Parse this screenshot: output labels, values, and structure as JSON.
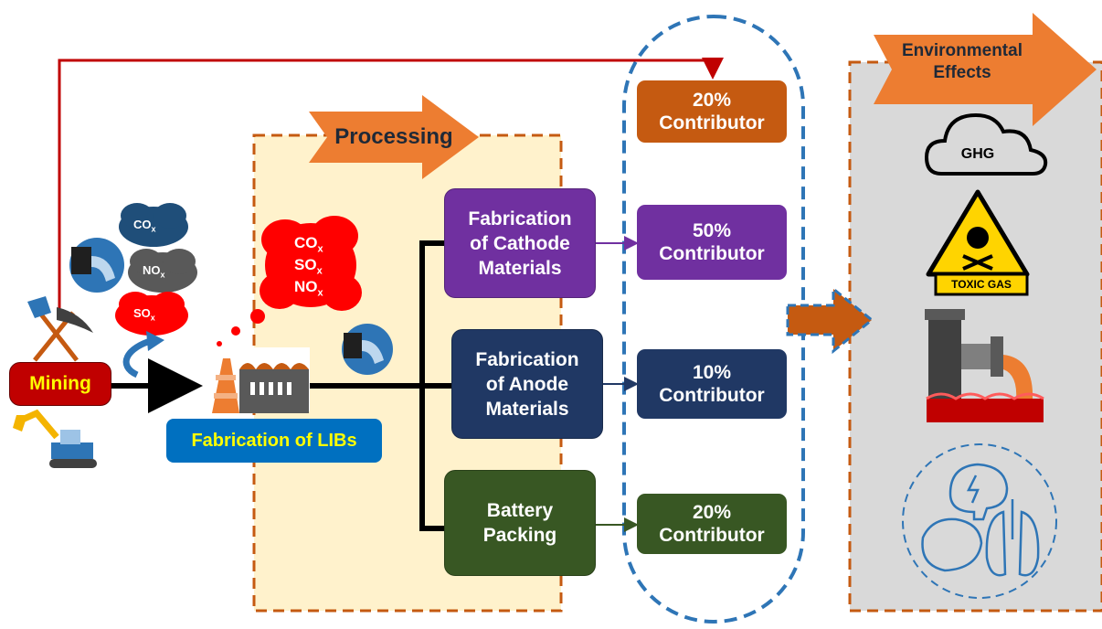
{
  "labels": {
    "mining": "Mining",
    "fabrication_libs": "Fabrication of LIBs",
    "processing": "Processing",
    "environmental_effects": "Environmental\nEffects",
    "ghg": "GHG",
    "toxic_gas": "TOXIC GAS"
  },
  "process_steps": [
    {
      "label": "Fabrication\nof Cathode\nMaterials",
      "color": "#7030a0"
    },
    {
      "label": "Fabrication\nof Anode\nMaterials",
      "color": "#203864"
    },
    {
      "label": "Battery\nPacking",
      "color": "#385723"
    }
  ],
  "contributors": [
    {
      "label": "20%\nContributor",
      "color": "#c55a11"
    },
    {
      "label": "50%\nContributor",
      "color": "#7030a0"
    },
    {
      "label": "10%\nContributor",
      "color": "#203864"
    },
    {
      "label": "20%\nContributor",
      "color": "#385723"
    }
  ],
  "clouds": {
    "mining": [
      {
        "base": "CO",
        "sub": "x",
        "color": "#1f4e79"
      },
      {
        "base": "NO",
        "sub": "x",
        "color": "#595959"
      },
      {
        "base": "SO",
        "sub": "x",
        "color": "#ff0000"
      }
    ],
    "factory": [
      {
        "base": "CO",
        "sub": "x"
      },
      {
        "base": "SO",
        "sub": "x"
      },
      {
        "base": "NO",
        "sub": "x"
      }
    ]
  },
  "colors": {
    "orange_arrow": "#ed7d31",
    "dashed_orange": "#c55a11",
    "dashed_blue": "#2e75b6",
    "panel_fill": "#fff2cc",
    "effects_fill": "#d9d9d9",
    "mining_fill": "#c00000",
    "mining_text": "#ffff00",
    "libs_fill": "#0070c0",
    "libs_text": "#ffff00",
    "red_line": "#c00000"
  }
}
